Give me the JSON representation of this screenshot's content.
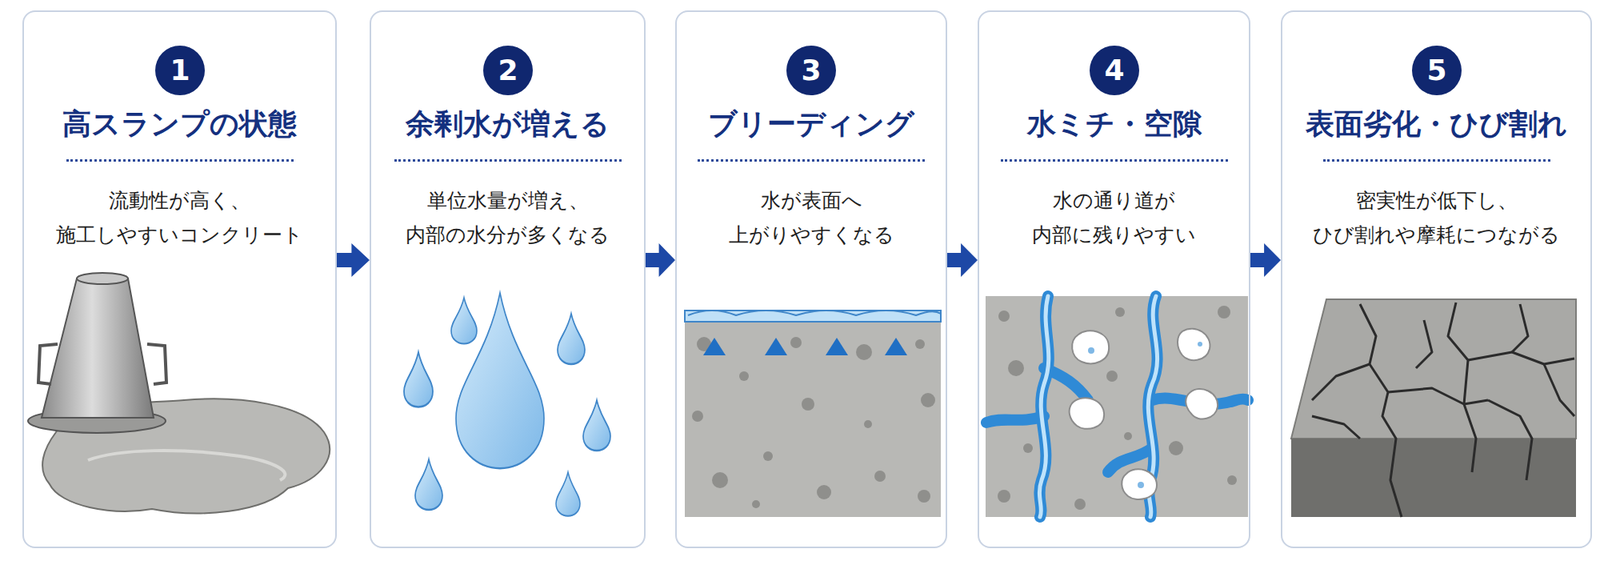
{
  "diagram": {
    "nodes": [
      {
        "text": [
          "高スランプの状態",
          "流動性が高く、 施工しやすいコンクリート"
        ]
      },
      {
        "text": [
          "1"
        ],
        "in": 0
      },
      {
        "text": [
          "余剰水が増える",
          "単位水量が増え、 内部の水分が多くなる"
        ]
      },
      {
        "text": [
          "2"
        ],
        "in": 2
      },
      {
        "text": [
          "ブリーディング",
          "水が表面へ 上がりやすくなる"
        ]
      },
      {
        "text": [
          "3"
        ],
        "in": 4
      },
      {
        "text": [
          "水ミチ・空隙",
          "水の通り道が 内部に残りやすい"
        ]
      },
      {
        "text": [
          "4"
        ],
        "in": 6
      },
      {
        "text": [
          "表面劣化・ひび割れ",
          "密実性が低下し、 ひび割れや摩耗につながる"
        ]
      },
      {
        "text": [
          "5"
        ],
        "in": 8
      }
    ],
    "edges": [
      {
        "from": 0,
        "to": 2,
        "arrow": "to"
      },
      {
        "from": 2,
        "to": 4,
        "arrow": "to"
      },
      {
        "from": 4,
        "to": 6,
        "arrow": "to"
      },
      {
        "from": 6,
        "to": 8,
        "arrow": "to"
      }
    ]
  }
}
